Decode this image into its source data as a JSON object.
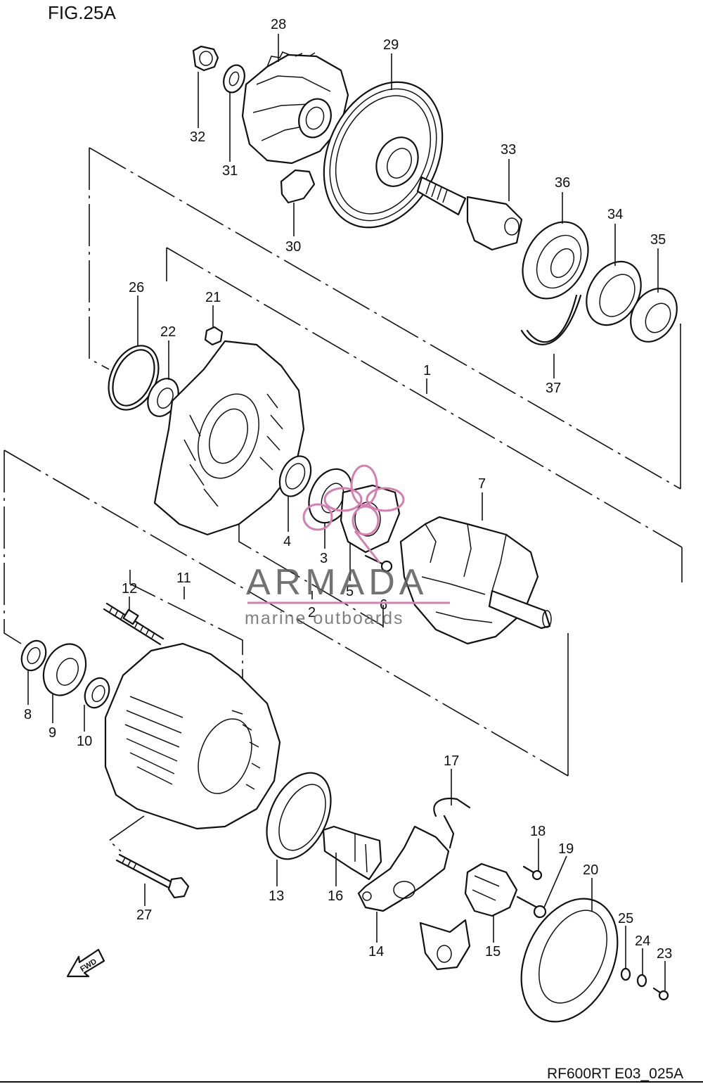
{
  "figure": {
    "title": "FIG.25A",
    "reference_code": "RF600RT E03_025A"
  },
  "watermark": {
    "brand": "ARMADA",
    "tagline": "marine outboards",
    "accent_color": "#d47fb0"
  },
  "orientation_arrow": {
    "label": "FWD"
  },
  "callouts": {
    "c1": "1",
    "c2": "2",
    "c3": "3",
    "c4": "4",
    "c5": "5",
    "c6": "6",
    "c7": "7",
    "c8": "8",
    "c9": "9",
    "c10": "10",
    "c11": "11",
    "c12": "12",
    "c13": "13",
    "c14": "14",
    "c15": "15",
    "c16": "16",
    "c17": "17",
    "c18": "18",
    "c19": "19",
    "c20": "20",
    "c21": "21",
    "c22": "22",
    "c23": "23",
    "c24": "24",
    "c25": "25",
    "c26": "26",
    "c27": "27",
    "c28": "28",
    "c29": "29",
    "c30": "30",
    "c31": "31",
    "c32": "32",
    "c33": "33",
    "c34": "34",
    "c35": "35",
    "c36": "36",
    "c37": "37"
  }
}
